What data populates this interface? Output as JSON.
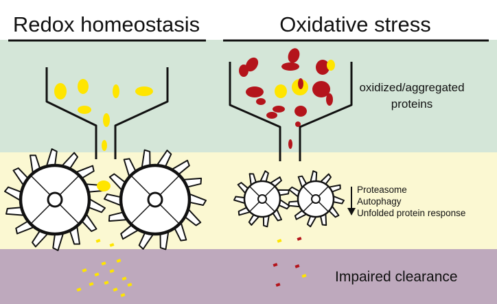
{
  "headings": {
    "left": "Redox homeostasis",
    "right": "Oxidative stress"
  },
  "labels": {
    "oxidized_line1": "oxidized/aggregated",
    "oxidized_line2": "proteins",
    "pathways": [
      "Proteasome",
      "Autophagy",
      "Unfolded protein response"
    ],
    "impaired_clearance": "Impaired clearance"
  },
  "colors": {
    "band_top": "#d4e6d8",
    "band_middle": "#fbf8d2",
    "band_bottom": "#bea9bd",
    "normal_protein": "#ffe500",
    "oxidized_protein": "#b4141b",
    "outline": "#111111"
  }
}
